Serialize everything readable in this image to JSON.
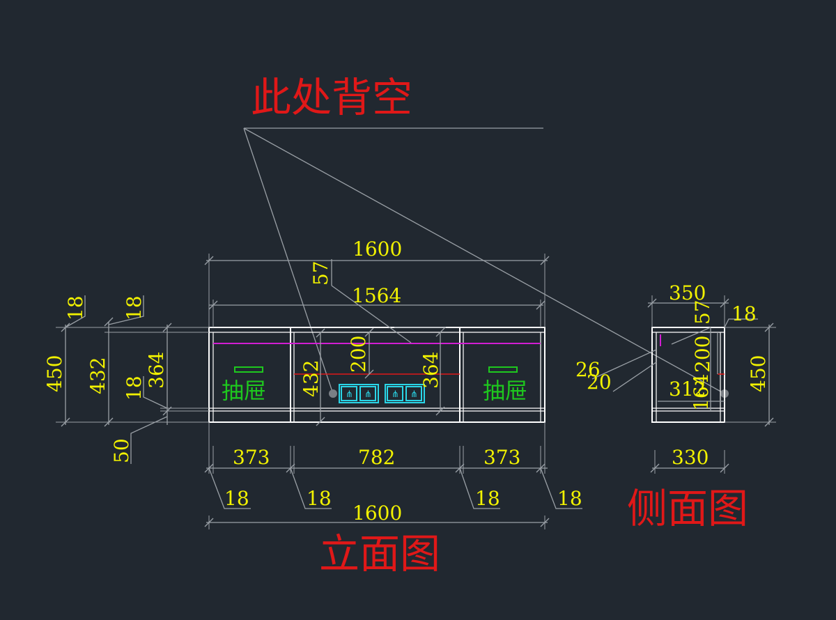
{
  "titles": {
    "note": "此处背空",
    "front_view": "立面图",
    "side_view": "侧面图"
  },
  "labels": {
    "drawer_left": "抽屉",
    "drawer_right": "抽屉"
  },
  "front_dims": {
    "overall_top": "1600",
    "inner_width": "1564",
    "top_gap": "57",
    "seg_left": "373",
    "seg_mid": "782",
    "seg_right": "373",
    "overall_bottom": "1600",
    "panel_1": "18",
    "panel_2": "18",
    "panel_3": "18",
    "panel_4": "18",
    "mid_height_432": "432",
    "mid_shelf_200": "200",
    "mid_height_364": "364"
  },
  "left_dims": {
    "top_a": "18",
    "top_b": "18",
    "height_450": "450",
    "height_432": "432",
    "shelf_18": "18",
    "height_364": "364",
    "base_50": "50"
  },
  "side_dims": {
    "depth_350": "350",
    "depth_330": "330",
    "top_57": "57",
    "top_18": "18",
    "height_450": "450",
    "shelf_200": "200",
    "depth_312": "312",
    "height_164": "164",
    "dim_26": "26",
    "dim_20": "20"
  },
  "colors": {
    "background": "#212830",
    "dimension_text": "#f2f200",
    "title_text": "#e01818",
    "label_text": "#1ec81e",
    "cabinet_line": "#ffffff",
    "led_strip": "#d21ed2",
    "socket_outline": "#2ad6e8",
    "leader_line": "#9aa0a6"
  },
  "icons": [
    "electrical-socket-icon",
    "drawer-handle-icon",
    "dimension-tick-icon"
  ]
}
